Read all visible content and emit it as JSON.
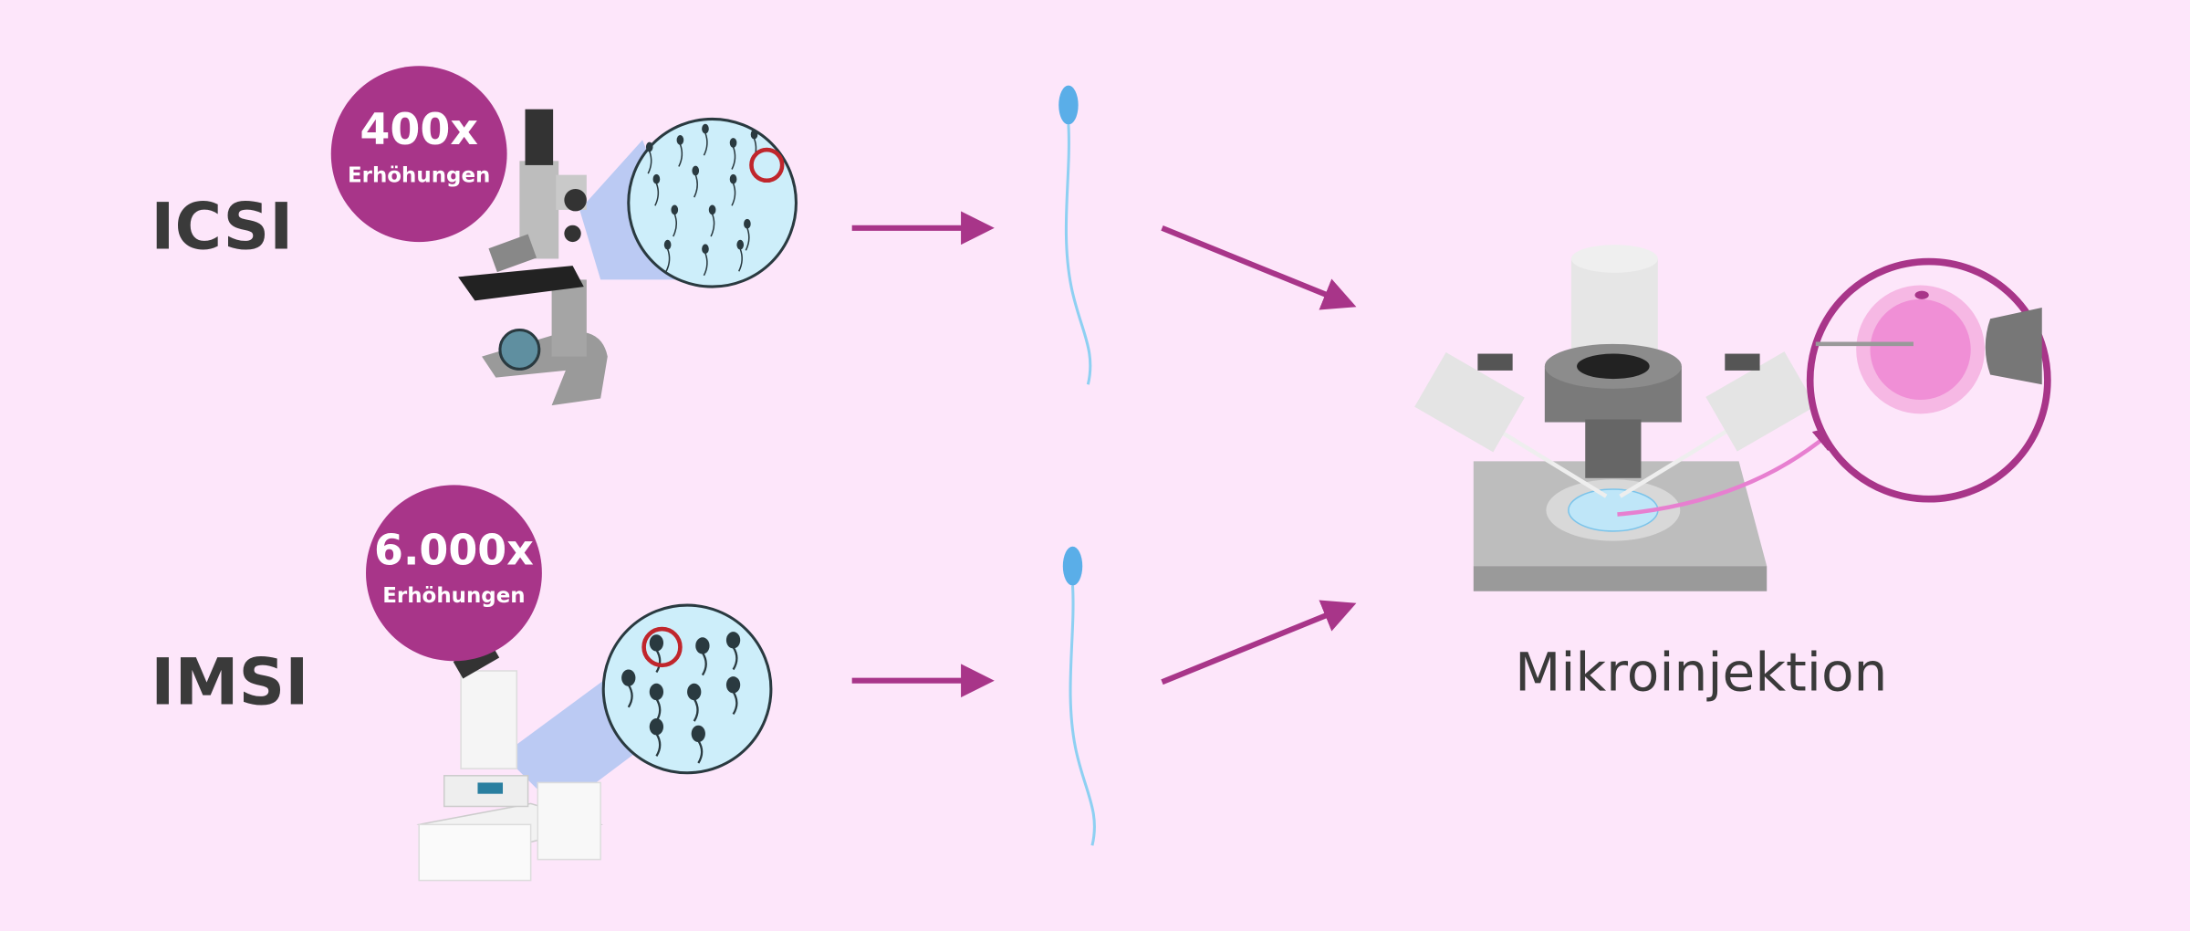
{
  "rows": [
    {
      "method": "ICSI",
      "magnification": "400x",
      "magnification_label": "Erhöhungen"
    },
    {
      "method": "IMSI",
      "magnification": "6.000x",
      "magnification_label": "Erhöhungen"
    }
  ],
  "result": {
    "label": "Mikroinjektion"
  },
  "colors": {
    "background": "#fde6fa",
    "accent": "#a83589",
    "text": "#3a3a3a",
    "highlight": "#c0262c",
    "sample": "#cdeefa"
  }
}
